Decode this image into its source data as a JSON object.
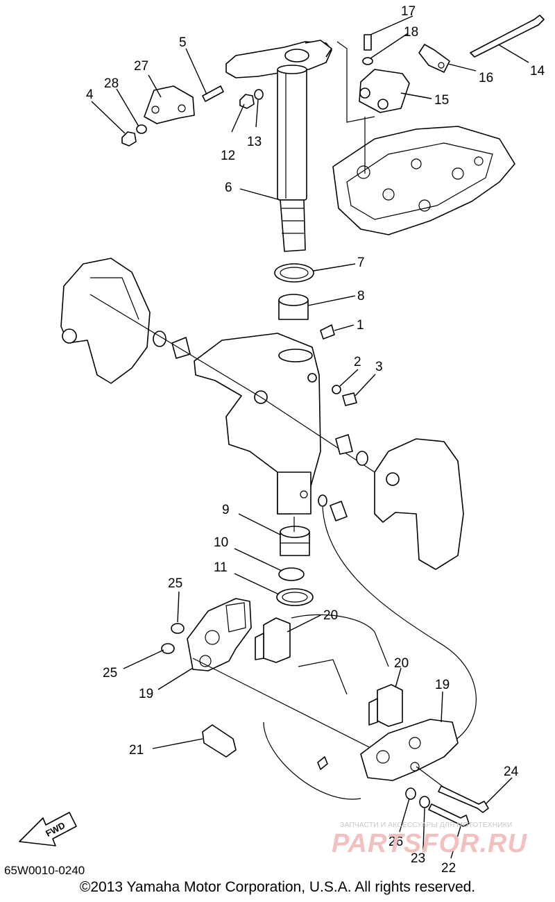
{
  "diagram": {
    "callouts": [
      "17",
      "18",
      "5",
      "27",
      "28",
      "4",
      "12",
      "13",
      "6",
      "14",
      "16",
      "15",
      "7",
      "8",
      "1",
      "2",
      "3",
      "9",
      "10",
      "11",
      "25",
      "25",
      "19",
      "20",
      "20",
      "19",
      "21",
      "24",
      "26",
      "23",
      "22"
    ]
  },
  "fwd_label": "FWD",
  "drawing_code": "65W0010-0240",
  "copyright": "©2013 Yamaha Motor Corporation, U.S.A. All rights reserved.",
  "watermark": {
    "tagline": "ЗАПЧАСТИ И АКСЕССУАРЫ ДЛЯ МОТОТЕХНИКИ",
    "logo_text": "PARTSFOR.RU"
  }
}
